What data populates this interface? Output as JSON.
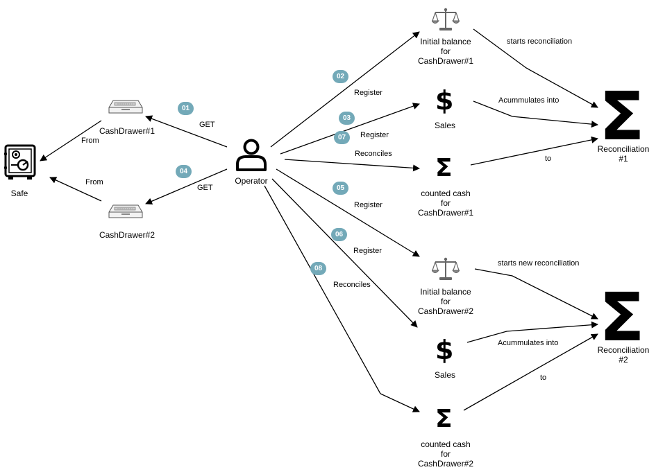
{
  "nodes": {
    "safe": "Safe",
    "cashdrawer1": "CashDrawer#1",
    "cashdrawer2": "CashDrawer#2",
    "operator": "Operator",
    "initial_balance_1": "Initial balance\nfor\nCashDrawer#1",
    "sales_1": "Sales",
    "counted_cash_1": "counted cash\nfor\nCashDrawer#1",
    "reconciliation_1": "Reconciliation\n#1",
    "initial_balance_2": "Initial balance\nfor\nCashDrawer#2",
    "sales_2": "Sales",
    "counted_cash_2": "counted cash\nfor\nCashDrawer#2",
    "reconciliation_2": "Reconciliation\n#2"
  },
  "symbols": {
    "dollar": "$",
    "sigma": "Σ"
  },
  "edge_labels": {
    "from_1": "From",
    "from_2": "From",
    "get_1": "GET",
    "get_2": "GET",
    "register_02": "Register",
    "register_03": "Register",
    "reconciles_07": "Reconciles",
    "register_05": "Register",
    "register_06": "Register",
    "reconciles_08": "Reconciles",
    "starts_reconciliation": "starts reconciliation",
    "accumulates_1": "Acummulates into",
    "to_1": "to",
    "starts_new_reconciliation": "starts new reconciliation",
    "accumulates_2": "Acummulates into",
    "to_2": "to"
  },
  "badges": {
    "b01": "01",
    "b02": "02",
    "b03": "03",
    "b04": "04",
    "b05": "05",
    "b06": "06",
    "b07": "07",
    "b08": "08"
  },
  "colors": {
    "badge": "#73a9b8",
    "line": "#000000"
  }
}
